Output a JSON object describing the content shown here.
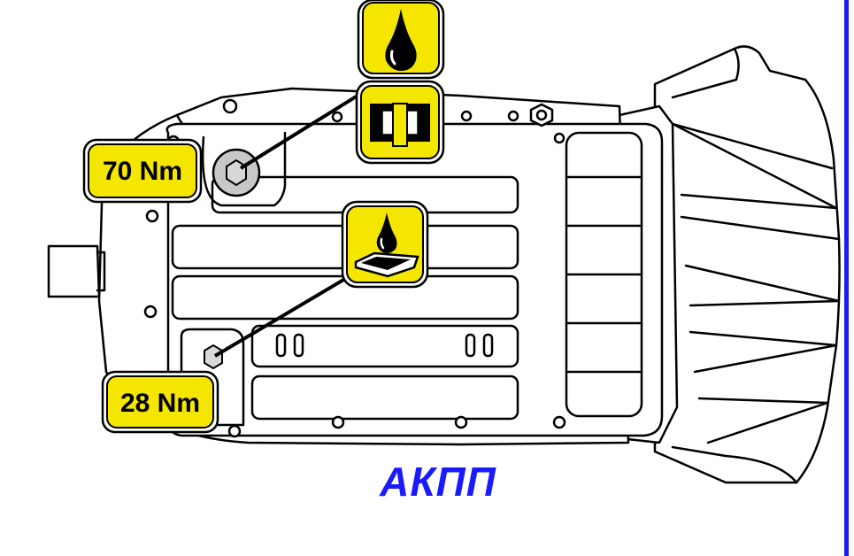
{
  "labels": {
    "drain_torque": "70 Nm",
    "fill_torque": "28 Nm",
    "caption": "АКПП"
  },
  "icons": {
    "top": "oil-drop-icon",
    "middle": "drain-plug-icon",
    "lower": "oil-pan-level-icon"
  },
  "colors": {
    "callout_fill": "#f5e600",
    "caption": "#1a1aff",
    "border_right": "#1a1aff"
  }
}
